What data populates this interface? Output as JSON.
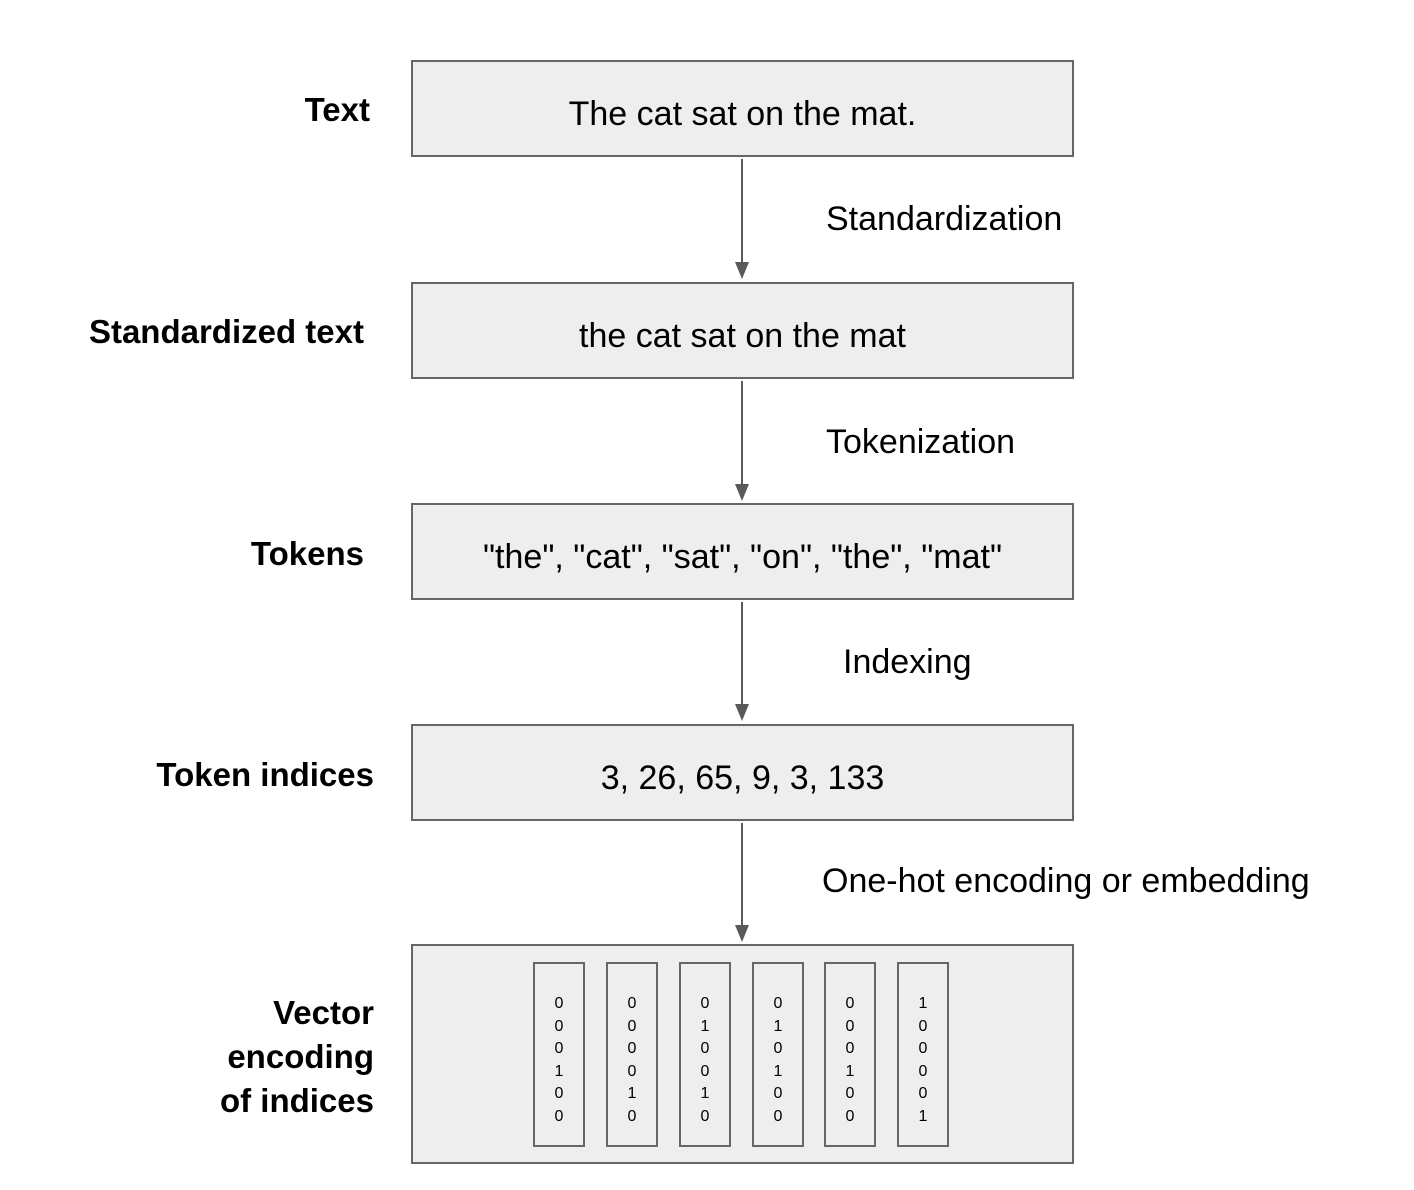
{
  "stages": [
    {
      "label": "Text",
      "content": "The cat sat on the mat."
    },
    {
      "label": "Standardized text",
      "content": "the cat sat on the mat"
    },
    {
      "label": "Tokens",
      "content": "\"the\", \"cat\", \"sat\", \"on\", \"the\", \"mat\""
    },
    {
      "label": "Token indices",
      "content": "3, 26, 65, 9, 3, 133"
    },
    {
      "label_lines": [
        "Vector",
        "encoding",
        "of indices"
      ]
    }
  ],
  "steps": [
    "Standardization",
    "Tokenization",
    "Indexing",
    "One-hot encoding or embedding"
  ],
  "vectors": [
    [
      "0",
      "0",
      "0",
      "1",
      "0",
      "0"
    ],
    [
      "0",
      "0",
      "0",
      "0",
      "1",
      "0"
    ],
    [
      "0",
      "1",
      "0",
      "0",
      "1",
      "0"
    ],
    [
      "0",
      "1",
      "0",
      "1",
      "0",
      "0"
    ],
    [
      "0",
      "0",
      "0",
      "1",
      "0",
      "0"
    ],
    [
      "1",
      "0",
      "0",
      "0",
      "0",
      "1"
    ]
  ],
  "colors": {
    "box_fill": "#eeeeee",
    "box_border": "#666666",
    "arrow": "#595959"
  }
}
